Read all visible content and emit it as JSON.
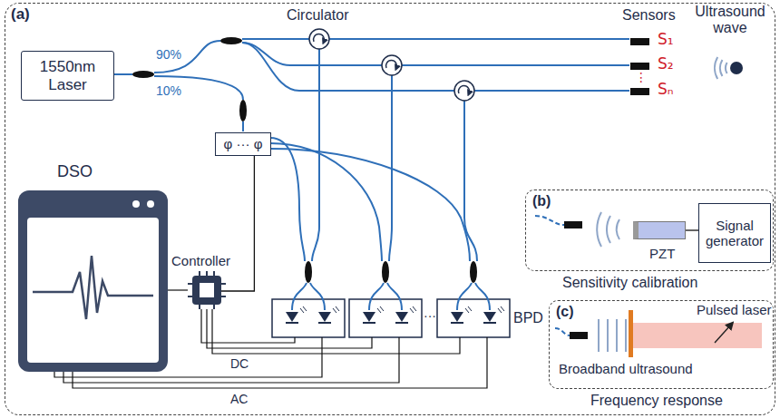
{
  "diagram": {
    "nodes": [
      {
        "text": [
          "(a)"
        ]
      },
      {
        "text": [
          "1550nm Laser"
        ],
        "in": 0
      },
      {
        "text": [
          "φ ··· φ"
        ],
        "in": 0
      },
      {
        "text": [
          "DSO"
        ],
        "in": 0
      },
      {
        "text": [
          "Controller"
        ],
        "in": 0
      },
      {
        "text": [
          "S₁"
        ],
        "in": 0
      },
      {
        "text": [
          "S₂"
        ],
        "in": 0
      },
      {
        "text": [
          "Sₙ"
        ],
        "in": 0
      },
      {
        "text": [
          "(b)",
          "Sensitivity calibration"
        ],
        "in": 0
      },
      {
        "text": [
          "PZT"
        ],
        "in": 8
      },
      {
        "text": [
          "Signal generator"
        ],
        "in": 8
      },
      {
        "text": [
          "(c)",
          "Frequency response"
        ],
        "in": 0
      }
    ],
    "edges": [
      {
        "from": 4,
        "to": 2,
        "arrow": "none"
      },
      {
        "from": 10,
        "to": 9,
        "arrow": "none"
      }
    ],
    "labels": [
      "Circulator",
      "Sensors",
      "Ultrasound wave",
      "90%",
      "10%",
      "⋮",
      "···",
      "BPD",
      "DC",
      "AC",
      "Pulsed laser",
      "Broadband ultrasound"
    ]
  }
}
